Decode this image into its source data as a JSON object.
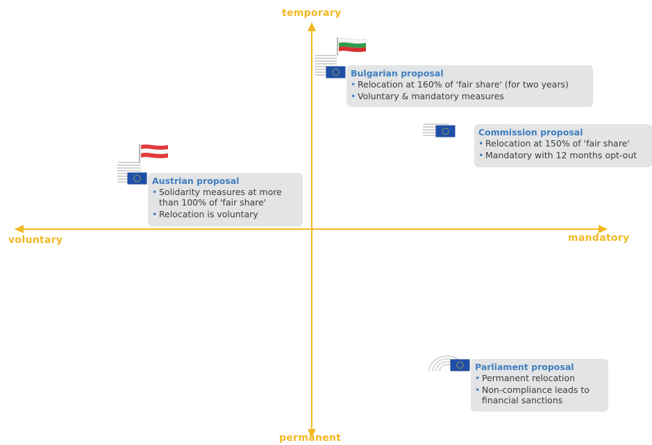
{
  "axes": {
    "top": "temporary",
    "bottom": "permanent",
    "left": "voluntary",
    "right": "mandatory"
  },
  "colors": {
    "axis": "#f2b824",
    "title": "#3f7fc0",
    "card": "#e3e4e5",
    "eu_blue": "#1f4fa8",
    "eu_star": "#f7d117"
  },
  "proposals": {
    "bulgarian": {
      "title": "Bulgarian proposal",
      "bullets": [
        "Relocation at 160% of 'fair share' (for two years)",
        "Voluntary & mandatory measures"
      ],
      "icon": "bulgaria-flag-icon"
    },
    "commission": {
      "title": "Commission proposal",
      "bullets": [
        "Relocation at 150% of 'fair share'",
        "Mandatory with 12 months opt-out"
      ],
      "icon": "berlaymont-building-icon"
    },
    "austrian": {
      "title": "Austrian proposal",
      "bullets": [
        "Solidarity measures at more than 100% of 'fair share'",
        "Relocation is voluntary"
      ],
      "icon": "austria-flag-icon"
    },
    "parliament": {
      "title": "Parliament proposal",
      "bullets": [
        "Permanent relocation",
        "Non-compliance leads to financial sanctions"
      ],
      "icon": "parliament-hemicycle-icon"
    }
  }
}
